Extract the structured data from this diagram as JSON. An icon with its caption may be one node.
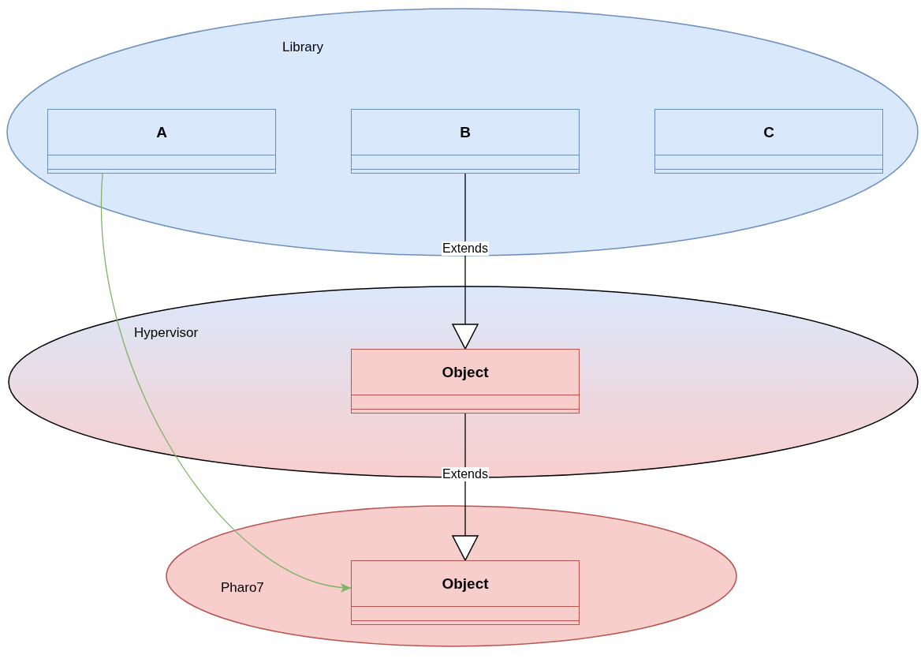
{
  "diagram": {
    "nodes": [
      {
        "text": [
          "Library"
        ]
      },
      {
        "text": [
          "A"
        ],
        "in": 0
      },
      {
        "text": [
          "B"
        ],
        "in": 0
      },
      {
        "text": [
          "C"
        ],
        "in": 0
      },
      {
        "text": [
          "Hypervisor"
        ]
      },
      {
        "text": [
          "Object"
        ],
        "in": 4
      },
      {
        "text": [
          "Pharo7"
        ]
      },
      {
        "text": [
          "Object"
        ],
        "in": 6
      }
    ],
    "edges": [
      {
        "from": 2,
        "to": 5,
        "arrow": "to",
        "label": "Extends"
      },
      {
        "from": 5,
        "to": 7,
        "arrow": "to",
        "label": "Extends"
      },
      {
        "from": 1,
        "to": 7,
        "arrow": "to",
        "color": "#82b366"
      }
    ]
  }
}
